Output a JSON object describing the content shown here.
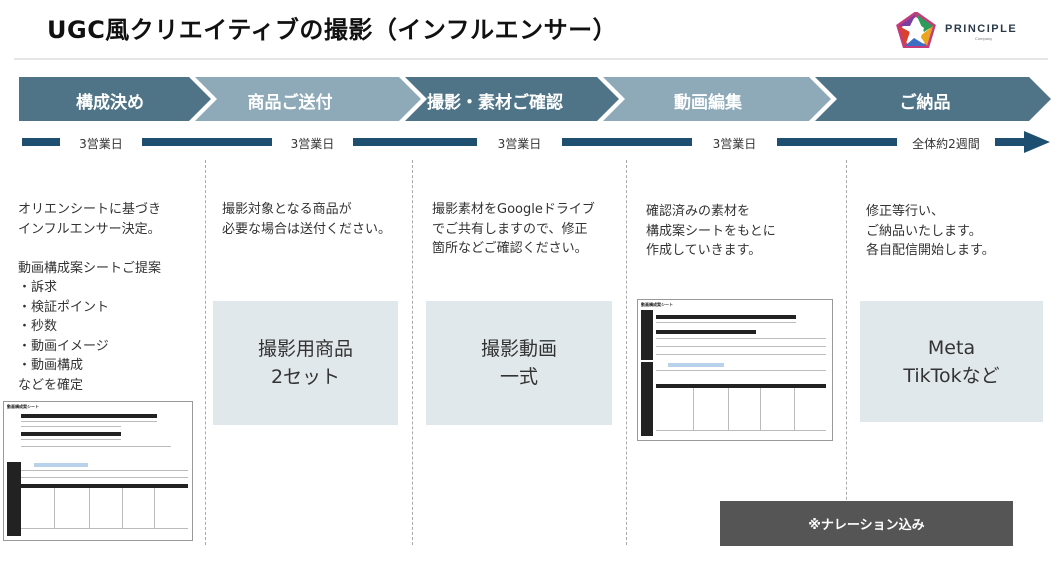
{
  "header": {
    "title": "UGC風クリエイティブの撮影（インフルエンサー）",
    "logo_text": "PRINCIPLE",
    "logo_sub": "Company"
  },
  "colors": {
    "step_dark": "#4f7487",
    "step_light": "#8eaab8",
    "timeline": "#1e4f70",
    "graybox": "#e1e8ec",
    "narration_bg": "#555555"
  },
  "steps": [
    {
      "label": "構成決め"
    },
    {
      "label": "商品ご送付"
    },
    {
      "label": "撮影・素材ご確認"
    },
    {
      "label": "動画編集"
    },
    {
      "label": "ご納品"
    }
  ],
  "durations": [
    {
      "label": "3営業日"
    },
    {
      "label": "3営業日"
    },
    {
      "label": "3営業日"
    },
    {
      "label": "3営業日"
    },
    {
      "label": "全体約2週間"
    }
  ],
  "columns": [
    {
      "text": "オリエンシートに基づき\nインフルエンサー決定。\n\n動画構成案シートご提案\n・訴求\n・検証ポイント\n・秒数\n・動画イメージ\n・動画構成\nなどを確定"
    },
    {
      "text": "撮影対象となる商品が\n必要な場合は送付ください。",
      "box": "撮影用商品\n2セット"
    },
    {
      "text": "撮影素材をGoogleドライブ\nでご共有しますので、修正\n箇所などご確認ください。",
      "box": "撮影動画\n一式"
    },
    {
      "text": "確認済みの素材を\n構成案シートをもとに\n作成していきます。"
    },
    {
      "text": "修正等行い、\nご納品いたします。\n各自配信開始します。",
      "box": "Meta\nTikTokなど"
    }
  ],
  "sheet_title": "動画構成案シート",
  "narration": "※ナレーション込み"
}
